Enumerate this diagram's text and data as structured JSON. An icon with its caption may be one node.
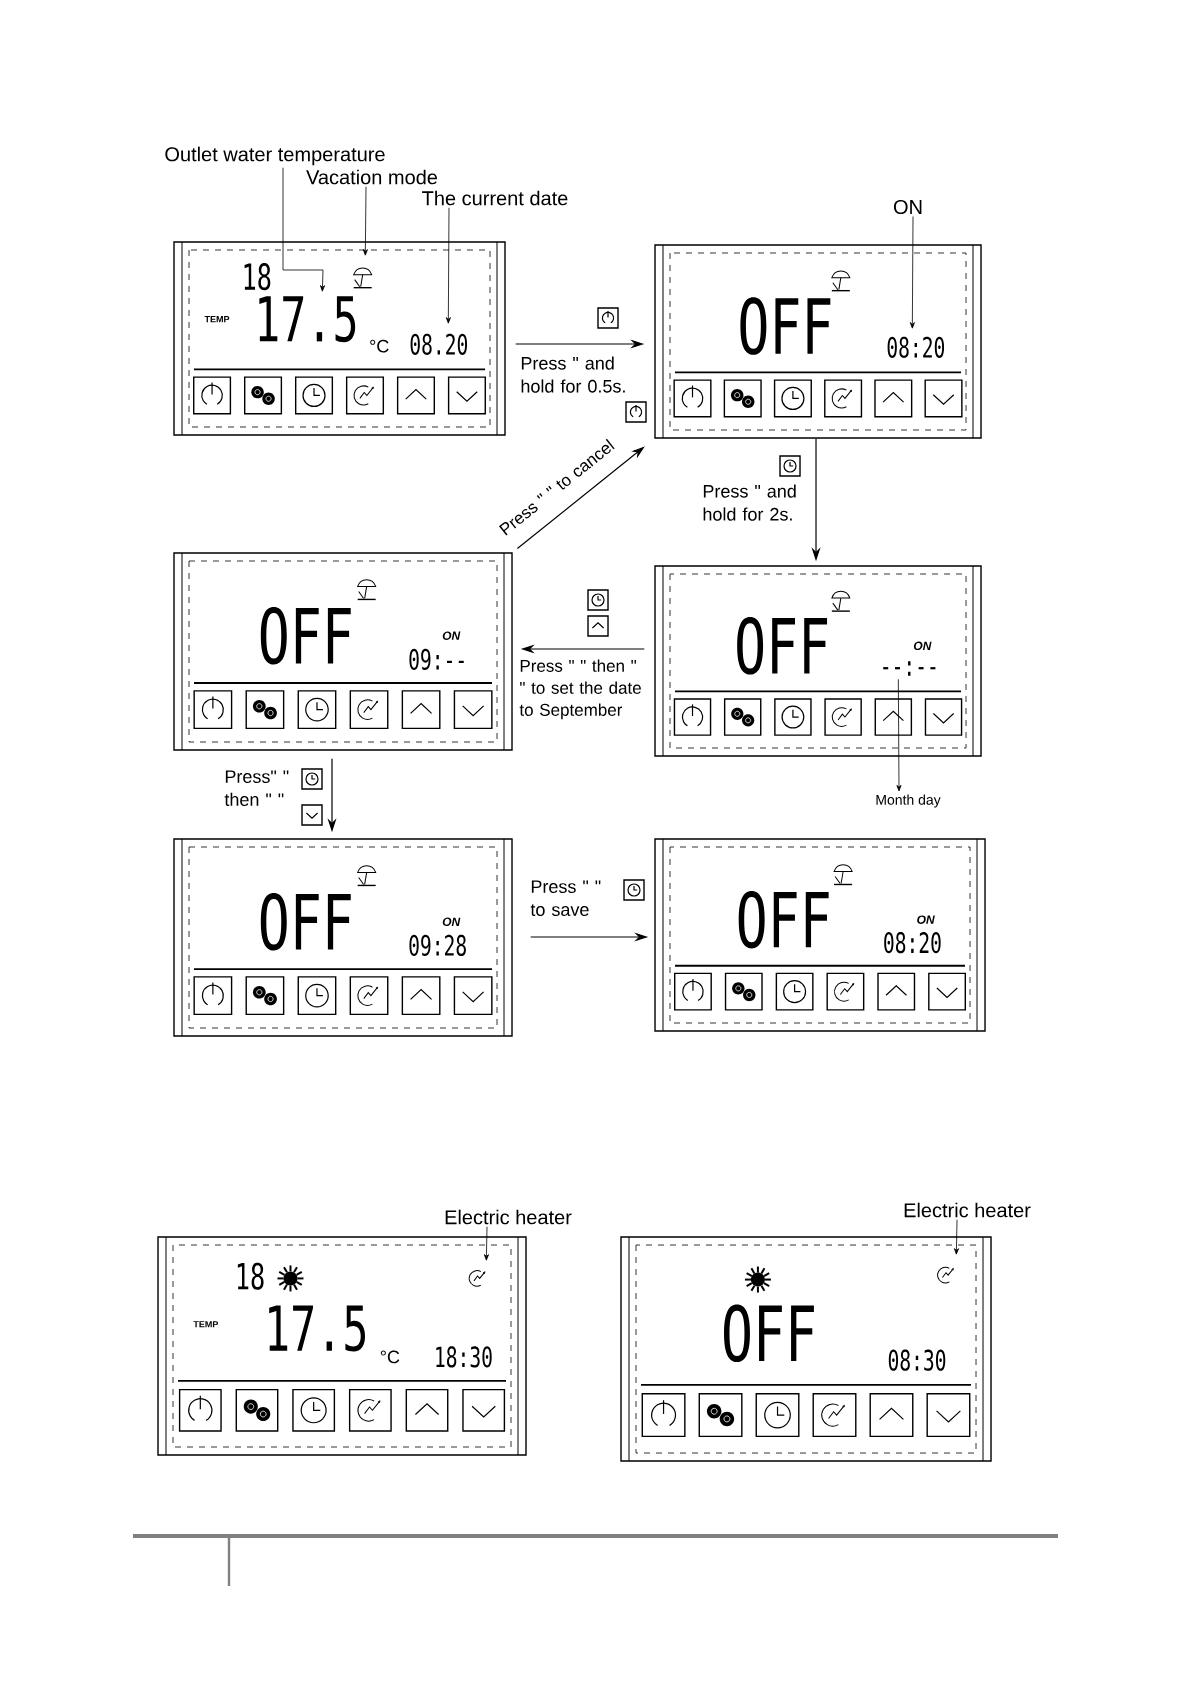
{
  "diagram": {
    "nodes": [
      {
        "text": [
          "Outlet water temperature"
        ]
      },
      {
        "text": [
          "Vacation mode"
        ]
      },
      {
        "text": [
          "The current date"
        ]
      },
      {
        "text": [
          "ON"
        ]
      },
      {
        "text": [
          "18",
          "TEMP",
          "17.5",
          "°C",
          "08.20"
        ]
      },
      {
        "text": [
          "OFF",
          "08:20"
        ]
      },
      {
        "text": [
          "OFF",
          "ON",
          "09:--"
        ]
      },
      {
        "text": [
          "OFF",
          "ON",
          "--:--"
        ]
      },
      {
        "text": [
          "Month day"
        ]
      },
      {
        "text": [
          "OFF",
          "ON",
          "09:28"
        ]
      },
      {
        "text": [
          "OFF",
          "ON",
          "08:20"
        ]
      },
      {
        "text": [
          "Electric heater"
        ]
      },
      {
        "text": [
          "Electric heater"
        ]
      },
      {
        "text": [
          "18",
          "TEMP",
          "17.5",
          "°C",
          "18:30"
        ]
      },
      {
        "text": [
          "OFF",
          "08:30"
        ]
      }
    ],
    "edges": [
      {
        "from": 0,
        "to": 4,
        "arrow": "to"
      },
      {
        "from": 1,
        "to": 4,
        "arrow": "to"
      },
      {
        "from": 2,
        "to": 4,
        "arrow": "to"
      },
      {
        "from": 3,
        "to": 5,
        "arrow": "to"
      },
      {
        "from": 4,
        "to": 5,
        "arrow": "to",
        "label": "Press \" and hold for 0.5s."
      },
      {
        "from": 5,
        "to": 7,
        "arrow": "to",
        "label": "Press \" and hold for 2s."
      },
      {
        "from": 7,
        "to": 6,
        "arrow": "to",
        "label": "Press \" \" then \" \" to set the date to September"
      },
      {
        "from": 6,
        "to": 5,
        "arrow": "to",
        "label": "Press \" \" to cancel"
      },
      {
        "from": 6,
        "to": 9,
        "arrow": "to",
        "label": "Press\" \" then \" \""
      },
      {
        "from": 9,
        "to": 10,
        "arrow": "to",
        "label": "Press \" \" to save"
      },
      {
        "from": 7,
        "to": 8,
        "arrow": "to"
      },
      {
        "from": 11,
        "to": 13,
        "arrow": "to"
      },
      {
        "from": 12,
        "to": 14,
        "arrow": "to"
      }
    ]
  }
}
